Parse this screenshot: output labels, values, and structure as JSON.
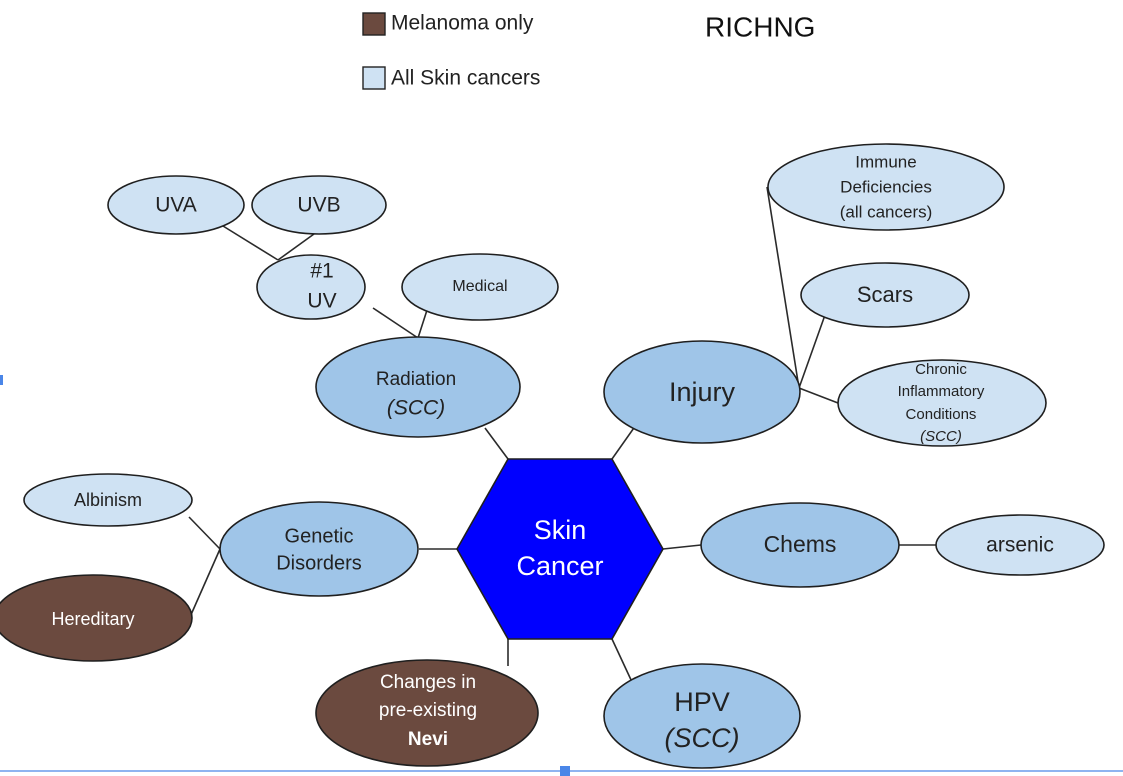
{
  "title": "RICHNG",
  "legend": [
    {
      "label": "Melanoma only",
      "color": "#6b4a3f"
    },
    {
      "label": "All Skin cancers",
      "color": "#cfe2f3"
    }
  ],
  "colors": {
    "center": "#0000ff",
    "primary": "#9fc5e8",
    "secondary": "#cfe2f3",
    "melanoma": "#6b4a3f"
  },
  "center": {
    "line1": "Skin",
    "line2": "Cancer"
  },
  "nodes": {
    "radiation": {
      "line1": "Radiation",
      "line2": "(SCC)"
    },
    "uv": {
      "line1": "#1",
      "line2": "UV"
    },
    "uva": {
      "label": "UVA"
    },
    "uvb": {
      "label": "UVB"
    },
    "medical": {
      "label": "Medical"
    },
    "injury": {
      "label": "Injury"
    },
    "immune": {
      "line1": "Immune",
      "line2": "Deficiencies",
      "line3": "(all cancers)"
    },
    "scars": {
      "label": "Scars"
    },
    "chronic": {
      "line1": "Chronic",
      "line2": "Inflammatory",
      "line3": "Conditions",
      "line4": "(SCC)"
    },
    "genetic": {
      "line1": "Genetic",
      "line2": "Disorders"
    },
    "albinism": {
      "label": "Albinism"
    },
    "hereditary": {
      "label": "Hereditary"
    },
    "chems": {
      "label": "Chems"
    },
    "arsenic": {
      "label": "arsenic"
    },
    "nevi": {
      "line1": "Changes in",
      "line2": "pre-existing",
      "line3": "Nevi"
    },
    "hpv": {
      "line1": "HPV",
      "line2": "(SCC)"
    }
  }
}
